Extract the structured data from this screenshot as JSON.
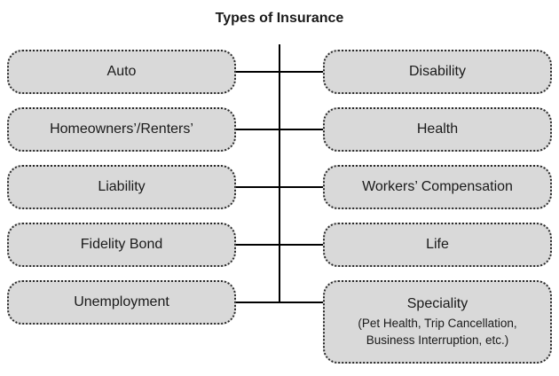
{
  "title": "Types of Insurance",
  "left_column": [
    {
      "label": "Auto"
    },
    {
      "label": "Homeowners’/Renters’"
    },
    {
      "label": "Liability"
    },
    {
      "label": "Fidelity Bond"
    },
    {
      "label": "Unemployment"
    }
  ],
  "right_column": [
    {
      "label": "Disability"
    },
    {
      "label": "Health"
    },
    {
      "label": "Workers’ Compensation"
    },
    {
      "label": "Life"
    },
    {
      "label": "Speciality",
      "details": [
        "(Pet Health, Trip Cancellation,",
        "Business Interruption, etc.)"
      ]
    }
  ],
  "colors": {
    "box_fill": "#d9d9d9",
    "border": "#2a2a2a",
    "line": "#000000"
  }
}
